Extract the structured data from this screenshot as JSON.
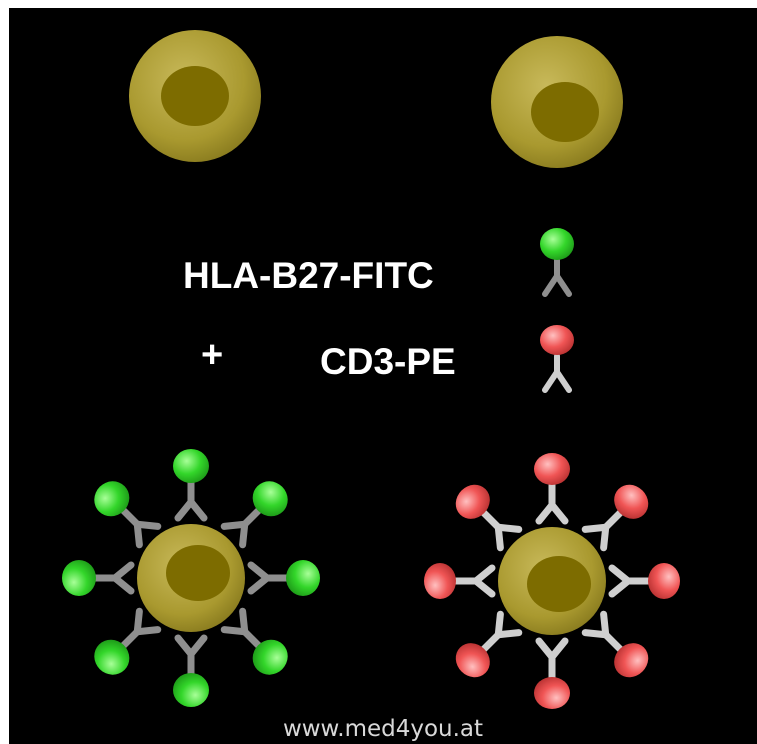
{
  "labels": {
    "fitc": "HLA-B27-FITC",
    "pe": "CD3-PE",
    "plus": "+"
  },
  "watermark": "www.med4you.at",
  "colors": {
    "background": "#000000",
    "cell": "#b3a43a",
    "nucleus": "#7d6c00",
    "fitc": "#33d62a",
    "pe": "#f05555",
    "antibody_fitc": "#8f8f8f",
    "antibody_pe": "#cfcfcf"
  }
}
